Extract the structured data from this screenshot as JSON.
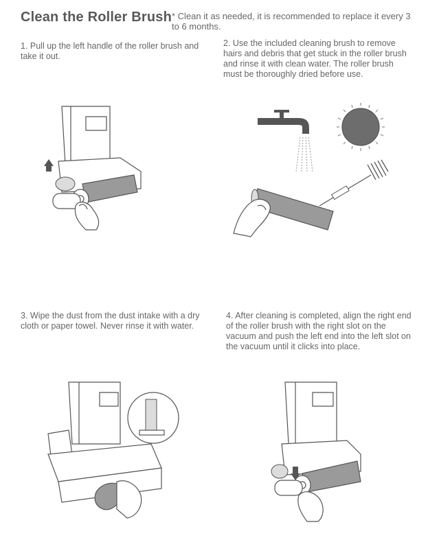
{
  "header": {
    "title": "Clean the Roller Brush",
    "note": "* Clean it as needed, it is recommended to replace it every 3 to 6 months."
  },
  "steps": [
    {
      "text": "1. Pull up the left handle of the roller brush and take it out."
    },
    {
      "text": "2. Use the included cleaning brush to remove hairs and debris that get stuck in the roller brush and rinse it with clean water. The roller brush must be thoroughly dried before use."
    },
    {
      "text": "3. Wipe the dust from the dust intake with a dry cloth or paper towel. Never rinse it with water."
    },
    {
      "text": "4. After cleaning is completed, align the right end of the roller brush with the right slot on the vacuum and push the left end into the left slot on the vacuum until it clicks into place."
    }
  ],
  "icons": {
    "step1": [
      "vacuum-head-illustration",
      "up-arrow-icon",
      "hand-icon",
      "roller-brush-icon"
    ],
    "step2": [
      "faucet-icon",
      "water-spray-icon",
      "sun-icon",
      "cleaning-brush-icon",
      "roller-brush-icon",
      "hand-icon"
    ],
    "step3": [
      "vacuum-illustration",
      "cloth-icon",
      "hand-icon",
      "magnified-detail-circle"
    ],
    "step4": [
      "vacuum-illustration",
      "down-arrow-icon",
      "roller-brush-icon",
      "hand-icon"
    ]
  },
  "colors": {
    "line": "#555555",
    "roller": "#9a9a9a",
    "sun": "#6d6d6d",
    "text": "#666666"
  }
}
